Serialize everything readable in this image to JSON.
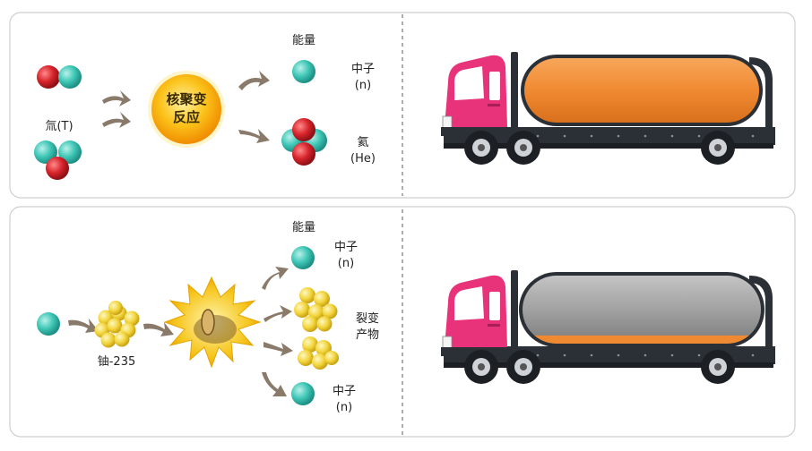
{
  "fusion": {
    "core_line1": "核聚变",
    "core_line2": "反应",
    "energy_label": "能量",
    "neutron_name": "中子",
    "neutron_symbol": "(n)",
    "helium_name": "氦",
    "helium_symbol": "(He)",
    "tritium_label": "氚(T)"
  },
  "fission": {
    "energy_label": "能量",
    "neutron_name": "中子",
    "neutron_symbol": "(n)",
    "products_line1": "裂变",
    "products_line2": "产物",
    "uranium_label": "铀-235",
    "neutron2_name": "中子",
    "neutron2_symbol": "(n)"
  },
  "trucks": {
    "top_tank_fill": 1.0,
    "bottom_tank_fill": 0.12
  },
  "colors": {
    "proton_red": "#d8242c",
    "neutron_teal": "#3fc7b6",
    "fusion_core": "#f5a800",
    "uranium_yellow": "#f2d43a",
    "arrow": "#8a7a6a",
    "truck_cab": "#e8327a",
    "tank_fuel": "#f08a32",
    "tank_empty": "#9e9e9e",
    "chassis": "#2b2f36"
  }
}
